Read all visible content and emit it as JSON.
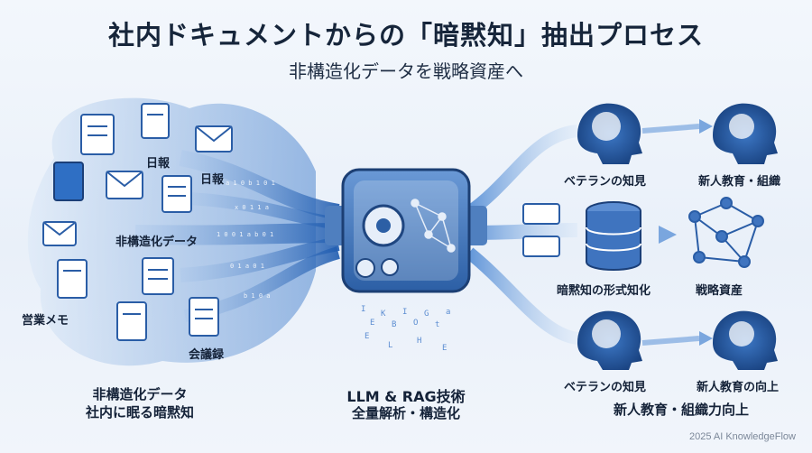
{
  "header": {
    "title": "社内ドキュメントからの「暗黙知」抽出プロセス",
    "subtitle": "非構造化データを戦略資産へ"
  },
  "left": {
    "doc_labels": [
      "日報",
      "日報",
      "非構造化データ",
      "営業メモ",
      "会議録"
    ],
    "caption_line1": "非構造化データ",
    "caption_line2": "社内に眠る暗黙知"
  },
  "center": {
    "caption_line1": "LLM & RAG技術",
    "caption_line2": "全量解析・構造化"
  },
  "right": {
    "top_left": "ベテランの知見",
    "top_right": "新人教育・組織",
    "mid_left": "暗黙知の形式知化",
    "mid_right": "戦略資産",
    "bottom_left": "ベテランの知見",
    "bottom_right": "新人教育の向上",
    "bottom_caption": "新人教育・組織力向上"
  },
  "footer": {
    "credit": "2025 AI KnowledgeFlow"
  },
  "colors": {
    "primary": "#2f6fc4",
    "dark": "#1b3f78",
    "light": "#a9c8ee",
    "machine": "#4b7fc6"
  }
}
